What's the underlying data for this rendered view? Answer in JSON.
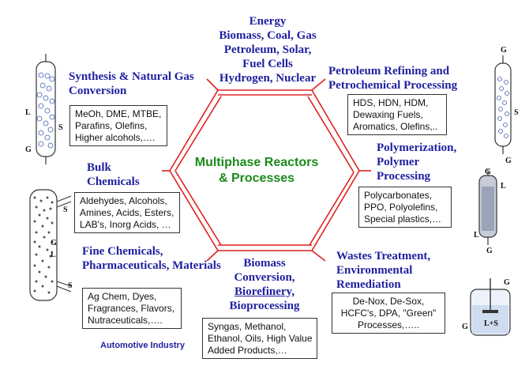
{
  "diagram": {
    "center_title": [
      "Multiphase Reactors",
      "& Processes"
    ],
    "energy": [
      "Energy",
      "Biomass, Coal, Gas",
      "Petroleum, Solar,",
      "Fuel Cells",
      "Hydrogen, Nuclear"
    ],
    "synthesis": {
      "title": [
        "Synthesis & Natural Gas",
        "Conversion"
      ],
      "items": [
        "MeOh, DME, MTBE,",
        "Parafins, Olefins,",
        "Higher alcohols,…."
      ]
    },
    "petroleum": {
      "title": [
        "Petroleum Refining and",
        "Petrochemical Processing"
      ],
      "items": [
        "HDS, HDN, HDM,",
        "Dewaxing Fuels,",
        "Aromatics, Olefins,.."
      ]
    },
    "bulk": {
      "title": [
        "Bulk",
        "Chemicals"
      ],
      "items": [
        "Aldehydes, Alcohols,",
        "Amines, Acids, Esters,",
        "LAB's, Inorg Acids, …"
      ]
    },
    "polymer": {
      "title": [
        "Polymerization,",
        "Polymer",
        "Processing"
      ],
      "items": [
        "Polycarbonates,",
        "PPO, Polyolefins,",
        "Special plastics,…"
      ]
    },
    "fine": {
      "title": [
        "Fine Chemicals,",
        "Pharmaceuticals, Materials"
      ],
      "items": [
        "Ag Chem, Dyes,",
        "Fragrances, Flavors,",
        "Nutraceuticals,…."
      ]
    },
    "biomass": {
      "title": [
        "Biomass",
        "Conversion,",
        "Biorefinery,",
        "Bioprocessing"
      ],
      "items": [
        "Syngas, Methanol,",
        "Ethanol, Oils, High Value",
        "Added Products,…"
      ]
    },
    "wastes": {
      "title": [
        "Wastes Treatment,",
        "Environmental",
        "Remediation"
      ],
      "items": [
        "De-Nox, De-Sox,",
        "HCFC's, DPA, \"Green\"",
        "Processes,….."
      ]
    },
    "automotive": "Automotive Industry",
    "reactor_labels": {
      "r1": [
        "L",
        "S",
        "G"
      ],
      "r2": [
        "S",
        "G",
        "L",
        "S"
      ],
      "r3": [
        "G",
        "S",
        "G"
      ],
      "r4": [
        "G",
        "L",
        "L",
        "G"
      ],
      "r5": [
        "G",
        "G",
        "L+S"
      ]
    },
    "colors": {
      "hexagon": "#e02020",
      "headings": "#1f1fa0",
      "center": "#1a8a1a"
    }
  }
}
